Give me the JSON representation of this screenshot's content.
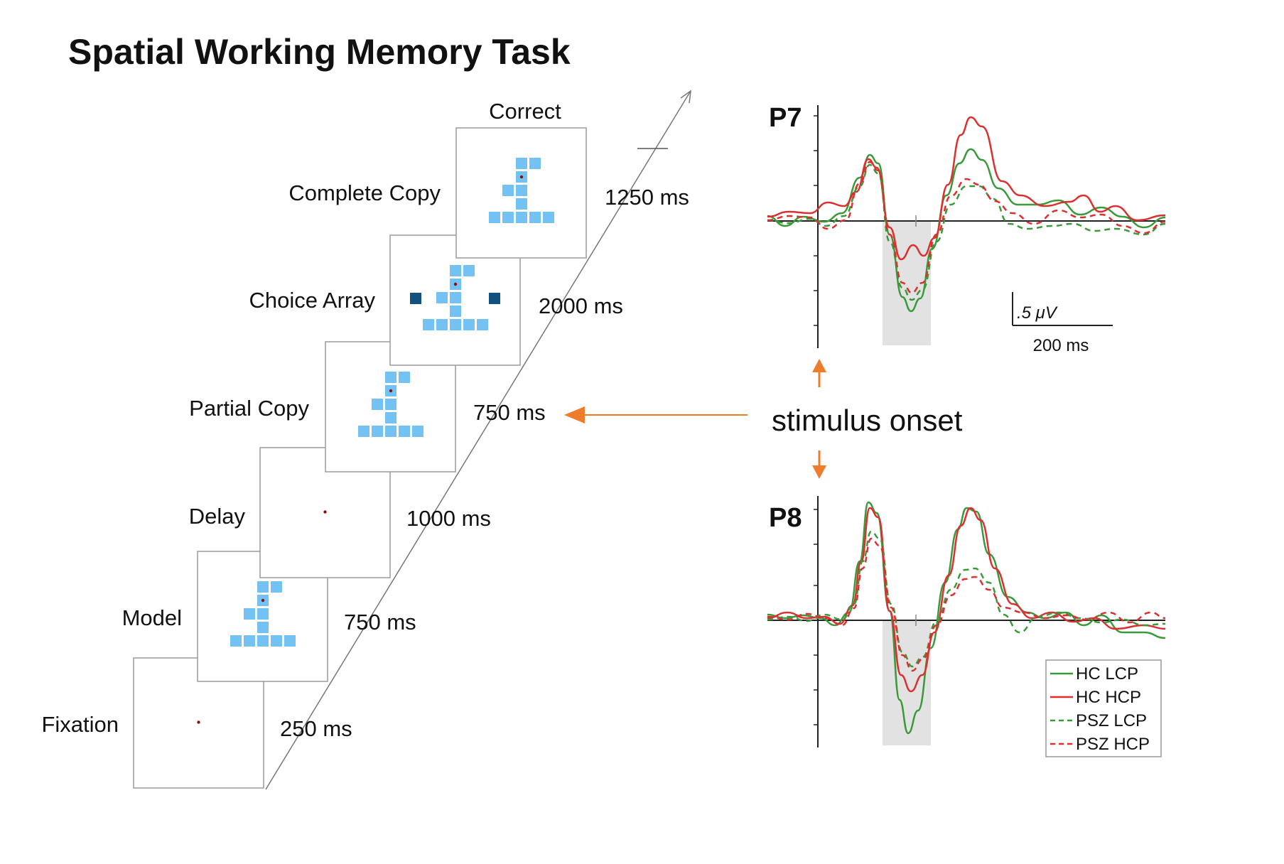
{
  "title": "Spatial Working Memory Task",
  "stages": [
    {
      "label": "Fixation",
      "duration": "250 ms"
    },
    {
      "label": "Model",
      "duration": "750 ms"
    },
    {
      "label": "Delay",
      "duration": "1000 ms"
    },
    {
      "label": "Partial Copy",
      "duration": "750 ms"
    },
    {
      "label": "Choice Array",
      "duration": "2000 ms"
    },
    {
      "label": "Complete Copy",
      "duration": "1250 ms"
    }
  ],
  "correct_label": "Correct",
  "onset_label": "stimulus onset",
  "electrodes": [
    "P7",
    "P8"
  ],
  "scale_bar": {
    "voltage": ".5 μV",
    "time": "200 ms"
  },
  "legend": [
    {
      "label": "HC LCP",
      "color": "#3a9a3a",
      "style": "solid"
    },
    {
      "label": "HC HCP",
      "color": "#dc2f2f",
      "style": "solid"
    },
    {
      "label": "PSZ LCP",
      "color": "#3a9a3a",
      "style": "dashed"
    },
    {
      "label": "PSZ HCP",
      "color": "#dc2f2f",
      "style": "dashed"
    }
  ],
  "colors": {
    "square_light": "#74c2f4",
    "square_dark": "#12507f",
    "arrow": "#ee7d2b",
    "fixation_dot": "#8a1010",
    "shade": "#e2e2e2"
  }
}
